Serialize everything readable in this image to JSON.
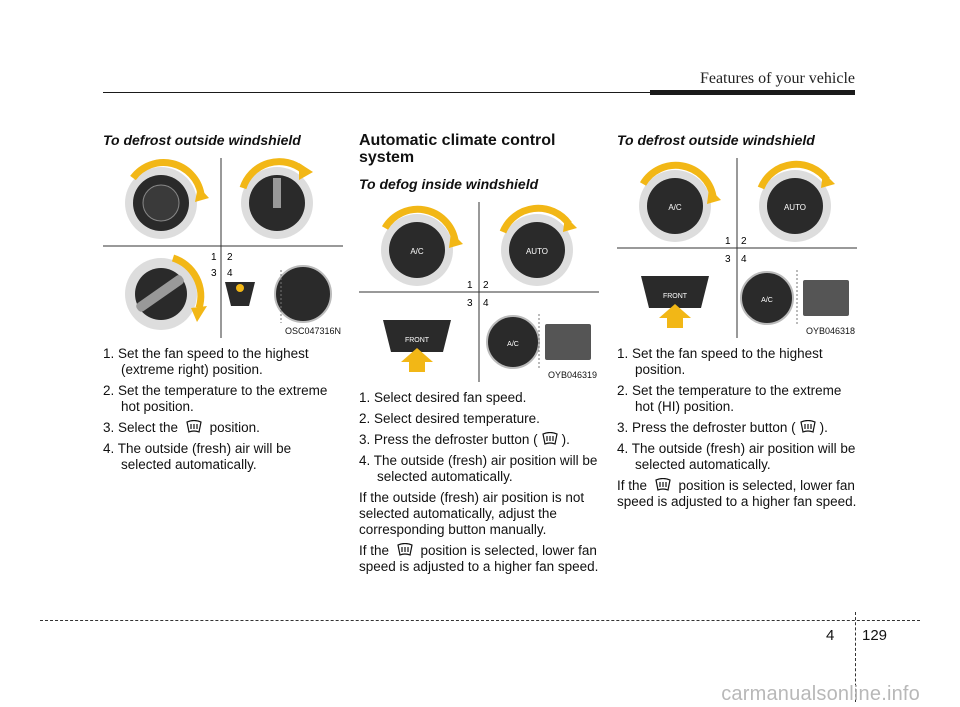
{
  "header": {
    "title": "Features of your vehicle"
  },
  "col1": {
    "subtitle": "To defrost outside windshield",
    "figure": {
      "code": "OSC047316N",
      "labels": [
        "1",
        "2",
        "3",
        "4"
      ]
    },
    "steps": [
      "1. Set the fan speed to the highest (extreme right) position.",
      "2. Set the temperature to the extreme hot position."
    ],
    "step3_pre": "3. Select the ",
    "step3_post": " position.",
    "step4": "4. The outside (fresh) air will be selected automatically."
  },
  "col2": {
    "title": "Automatic climate control system",
    "subtitle": "To defog inside windshield",
    "figure": {
      "code": "OYB046319",
      "labels": [
        "1",
        "2",
        "3",
        "4"
      ],
      "knob_text": [
        "A/C",
        "AUTO",
        "FRONT",
        "A/C"
      ]
    },
    "steps": [
      "1. Select desired fan speed.",
      "2. Select desired temperature."
    ],
    "step3_pre": "3. Press the defroster button (",
    "step3_post": ").",
    "step4": "4. The outside (fresh) air position will be selected automatically.",
    "para1": "If the outside (fresh) air position is not selected automatically, adjust the corresponding button manually.",
    "para2_pre": "If the ",
    "para2_post": " position is selected, lower fan speed is adjusted to a higher fan speed."
  },
  "col3": {
    "subtitle": "To defrost outside windshield",
    "figure": {
      "code": "OYB046318",
      "labels": [
        "1",
        "2",
        "3",
        "4"
      ],
      "knob_text": [
        "A/C",
        "AUTO",
        "FRONT",
        "A/C"
      ]
    },
    "steps": [
      "1. Set the fan speed to the highest position.",
      "2. Set the temperature to the extreme hot (HI) position."
    ],
    "step3_pre": "3. Press the defroster button (",
    "step3_post": ").",
    "step4": "4. The outside (fresh) air position will be selected automatically.",
    "para_pre": "If the ",
    "para_post": " position is selected, lower fan speed is adjusted to a higher fan speed."
  },
  "footer": {
    "chapter": "4",
    "page": "129"
  },
  "watermark": "carmanualsonline.info",
  "colors": {
    "arrow": "#f2b716",
    "knob": "#2a2a2a",
    "rule": "#1a1a1a"
  }
}
